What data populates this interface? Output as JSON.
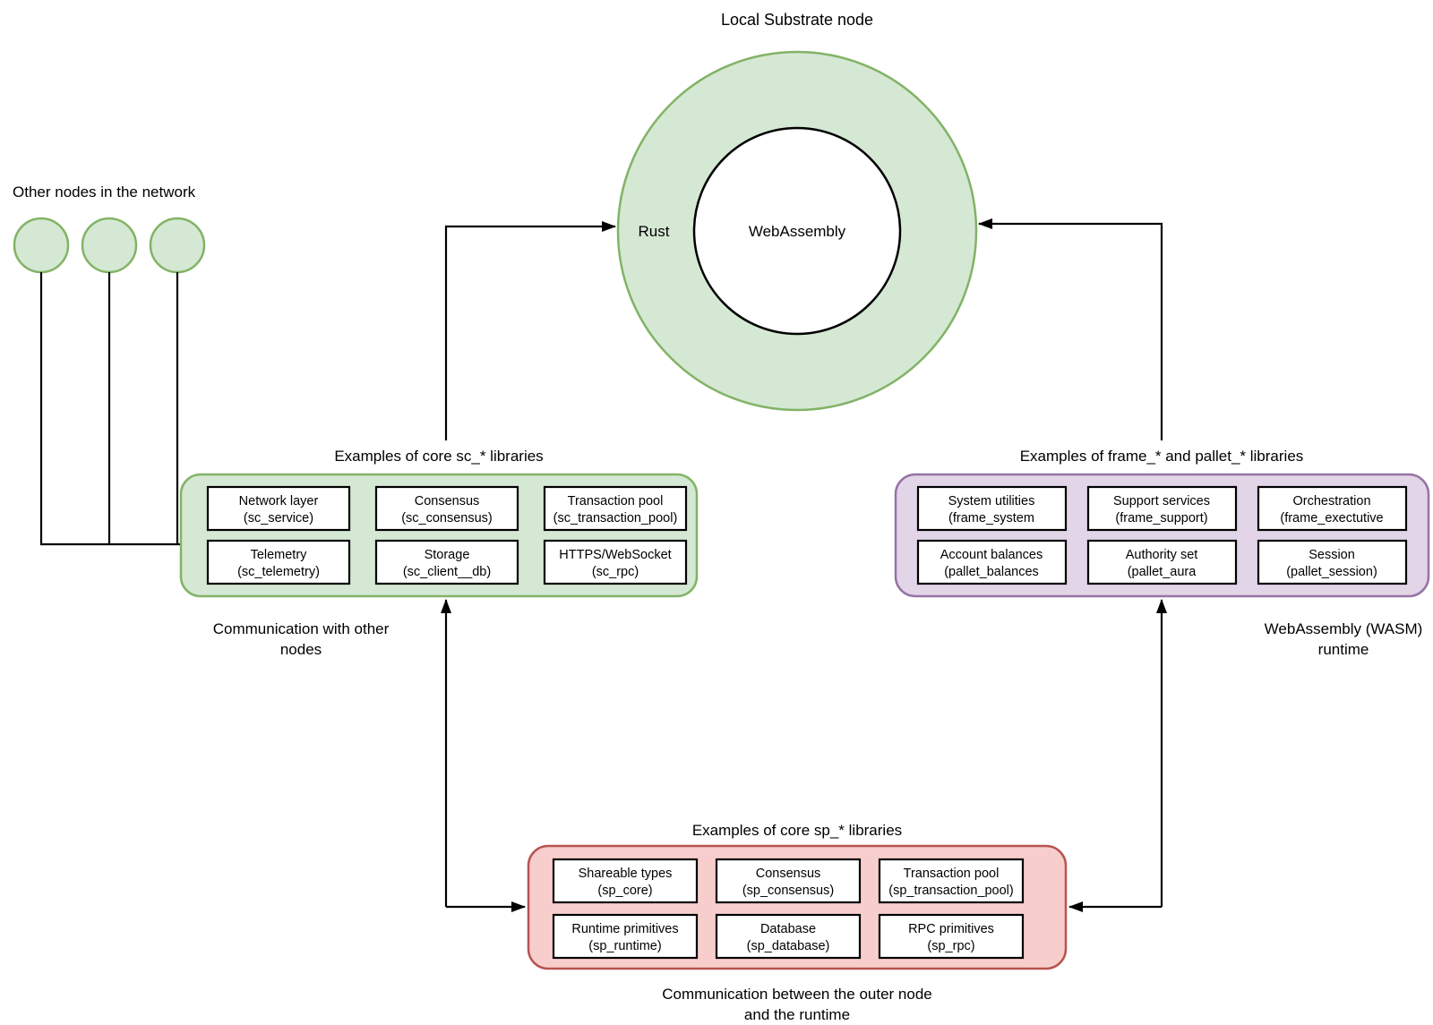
{
  "diagram": {
    "background": "#ffffff",
    "line_color": "#000000",
    "node": {
      "title": "Local Substrate node",
      "ring_label": "Rust",
      "core_label": "WebAssembly",
      "ring_fill": "#d5e8d4",
      "ring_stroke": "#82b366",
      "core_fill": "#ffffff",
      "core_stroke": "#000000"
    },
    "network": {
      "label": "Other nodes in the network",
      "node_count": 3,
      "node_fill": "#d5e8d4",
      "node_stroke": "#82b366"
    },
    "groups": {
      "sc": {
        "title": "Examples of core sc_* libraries",
        "fill": "#d5e8d4",
        "stroke": "#82b366",
        "caption_line1": "Communication with other",
        "caption_line2": "nodes",
        "items": [
          {
            "name": "Network layer",
            "crate": "(sc_service)"
          },
          {
            "name": "Consensus",
            "crate": "(sc_consensus)"
          },
          {
            "name": "Transaction pool",
            "crate": "(sc_transaction_pool)"
          },
          {
            "name": "Telemetry",
            "crate": "(sc_telemetry)"
          },
          {
            "name": "Storage",
            "crate": "(sc_client__db)"
          },
          {
            "name": "HTTPS/WebSocket",
            "crate": "(sc_rpc)"
          }
        ]
      },
      "frame": {
        "title": "Examples of frame_* and pallet_* libraries",
        "fill": "#e1d5e7",
        "stroke": "#9673a6",
        "caption_line1": "WebAssembly (WASM)",
        "caption_line2": "runtime",
        "items": [
          {
            "name": "System utilities",
            "crate": "(frame_system"
          },
          {
            "name": "Support services",
            "crate": "(frame_support)"
          },
          {
            "name": "Orchestration",
            "crate": "(frame_exectutive"
          },
          {
            "name": "Account balances",
            "crate": "(pallet_balances"
          },
          {
            "name": "Authority set",
            "crate": "(pallet_aura"
          },
          {
            "name": "Session",
            "crate": "(pallet_session)"
          }
        ]
      },
      "sp": {
        "title": "Examples of core sp_* libraries",
        "fill": "#f8cecc",
        "stroke": "#b85450",
        "caption_line1": "Communication between the outer node",
        "caption_line2": "and the runtime",
        "items": [
          {
            "name": "Shareable types",
            "crate": "(sp_core)"
          },
          {
            "name": "Consensus",
            "crate": "(sp_consensus)"
          },
          {
            "name": "Transaction pool",
            "crate": "(sp_transaction_pool)"
          },
          {
            "name": "Runtime primitives",
            "crate": "(sp_runtime)"
          },
          {
            "name": "Database",
            "crate": "(sp_database)"
          },
          {
            "name": "RPC primitives",
            "crate": "(sp_rpc)"
          }
        ]
      }
    }
  }
}
